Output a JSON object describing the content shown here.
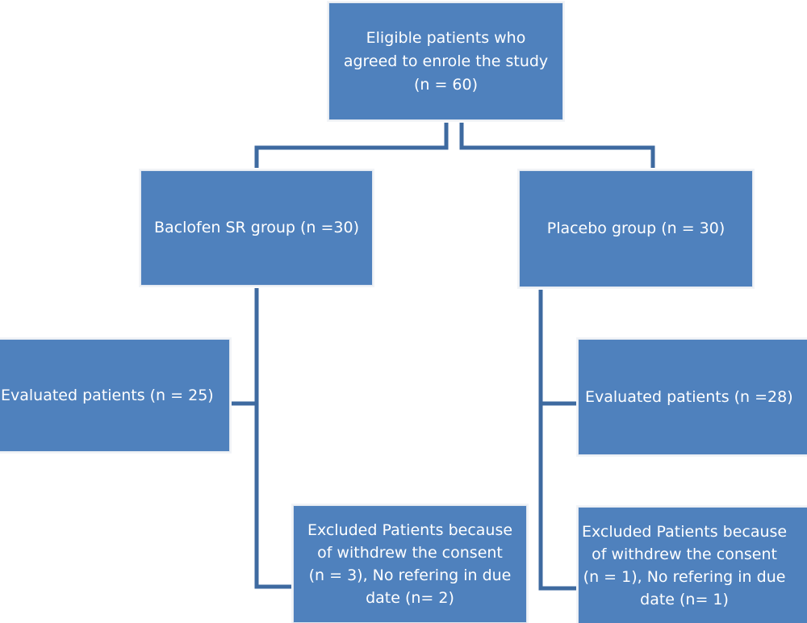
{
  "colors": {
    "box_fill": "#4f81bd",
    "connector": "#3e6aa0",
    "text": "#ffffff"
  },
  "nodes": {
    "eligible": "Eligible patients who\nagreed to enrole the study\n(n = 60)",
    "baclofen": "Baclofen SR group (n =30)",
    "placebo": "Placebo  group  (n = 30)",
    "eval_left": "Evaluated patients (n = 25)",
    "eval_right": "Evaluated patients (n =28)",
    "excl_left": "Excluded Patients because\nof  withdrew the consent\n(n = 3), No refering in due\ndate (n= 2)",
    "excl_right": "Excluded Patients because\nof  withdrew the consent\n(n = 1), No refering in due\ndate (n= 1)"
  },
  "edges": [
    {
      "from": "eligible",
      "to": "baclofen"
    },
    {
      "from": "eligible",
      "to": "placebo"
    },
    {
      "from": "baclofen",
      "to": "eval_left"
    },
    {
      "from": "baclofen",
      "to": "excl_left"
    },
    {
      "from": "placebo",
      "to": "eval_right"
    },
    {
      "from": "placebo",
      "to": "excl_right"
    }
  ]
}
